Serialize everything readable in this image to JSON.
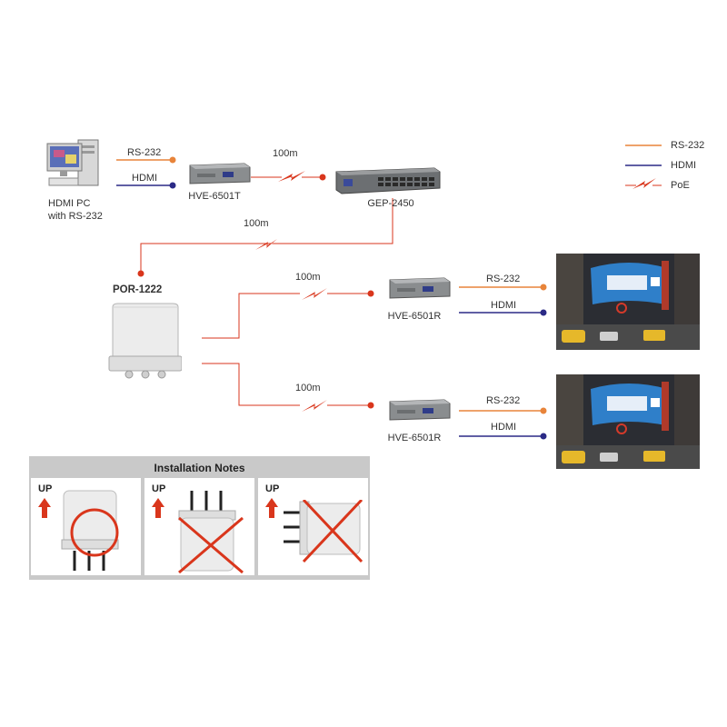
{
  "source_pc": {
    "label_line1": "HDMI PC",
    "label_line2": "with RS-232"
  },
  "link_labels": {
    "rs232_top": "RS-232",
    "hdmi_top": "HDMI"
  },
  "devices": {
    "transmitter": "HVE-6501T",
    "switch": "GEP-2450",
    "splitter": "POR-1222",
    "receiver_1": "HVE-6501R",
    "receiver_2": "HVE-6501R"
  },
  "distances": {
    "tx_to_switch": "100m",
    "switch_to_splitter": "100m",
    "splitter_to_rx1": "100m",
    "splitter_to_rx2": "100m"
  },
  "receiver_links": {
    "rx1_rs232": "RS-232",
    "rx1_hdmi": "HDMI",
    "rx2_rs232": "RS-232",
    "rx2_hdmi": "HDMI"
  },
  "legend": {
    "rs232": "RS-232",
    "hdmi": "HDMI",
    "poe": "PoE"
  },
  "installation_notes": {
    "title": "Installation Notes",
    "cells": [
      {
        "up_label": "UP",
        "status": "correct"
      },
      {
        "up_label": "UP",
        "status": "wrong"
      },
      {
        "up_label": "UP",
        "status": "wrong"
      }
    ]
  },
  "colors": {
    "rs232": "#e8843a",
    "hdmi": "#2b2a86",
    "poe": "#d9361c",
    "notes_bg": "#c9c9c9"
  }
}
